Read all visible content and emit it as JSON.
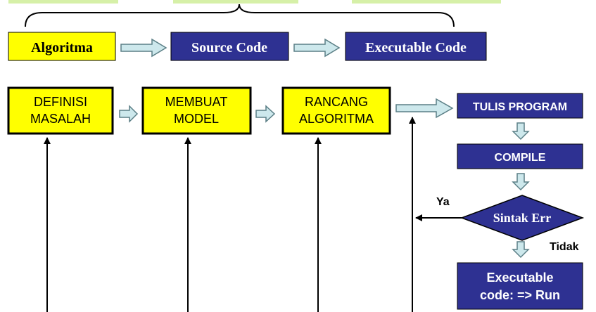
{
  "colors": {
    "yellow": "#ffff00",
    "navy": "#2e3192",
    "pale_green": "#d6f0a8",
    "arrow_fill": "#cde8ec",
    "arrow_stroke": "#5b7f86",
    "black": "#000000",
    "white": "#ffffff"
  },
  "top_row": {
    "algoritma": "Algoritma",
    "source_code": "Source Code",
    "executable_code": "Executable Code"
  },
  "steps": {
    "definisi_line1": "DEFINISI",
    "definisi_line2": "MASALAH",
    "membuat_line1": "MEMBUAT",
    "membuat_line2": "MODEL",
    "rancang_line1": "RANCANG",
    "rancang_line2": "ALGORITMA"
  },
  "right_column": {
    "tulis": "TULIS PROGRAM",
    "compile": "COMPILE",
    "decision": "Sintak Err",
    "ya": "Ya",
    "tidak": "Tidak",
    "exec_line1": "Executable",
    "exec_line2": "code:  => Run"
  }
}
